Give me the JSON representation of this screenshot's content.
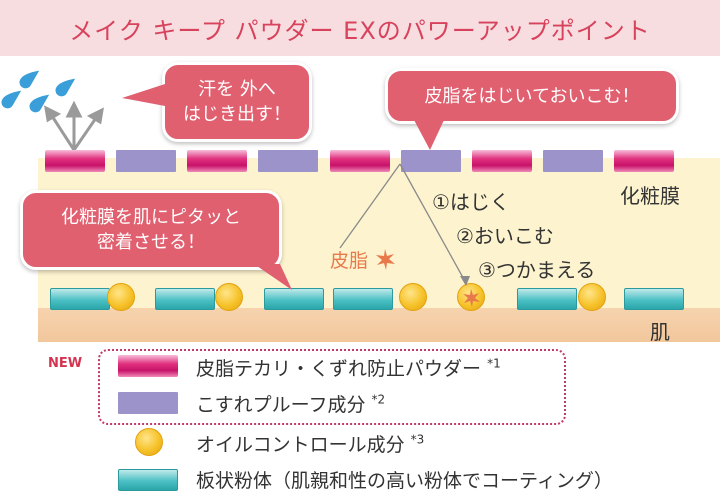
{
  "title": "メイク キープ パウダー EXのパワーアップポイント",
  "bubbles": {
    "sweat_line1": "汗を 外へ",
    "sweat_line2": "はじき出す！",
    "sebum": "皮脂をはじいておいこむ！",
    "adhere_line1": "化粧膜を肌にピタッと",
    "adhere_line2": "密着させる！"
  },
  "labels": {
    "film": "化粧膜",
    "skin": "肌",
    "sebum": "皮脂"
  },
  "steps": [
    "①はじく",
    "②おいこむ",
    "③つかまえる"
  ],
  "legend": {
    "new_tag": "NEW",
    "items": [
      {
        "text": "皮脂テカリ・くずれ防止パウダー",
        "note": "*1"
      },
      {
        "text": "こすれプルーフ成分",
        "note": "*2"
      },
      {
        "text": "オイルコントロール成分",
        "note": "*3"
      },
      {
        "text": "板状粉体（肌親和性の高い粉体でコーティング）",
        "note": ""
      }
    ]
  },
  "colors": {
    "title_bg": "#f7dde0",
    "title_text": "#d8425c",
    "bubble": "#e06070",
    "pink_powder": "#e0317f",
    "purple_powder": "#9b93c9",
    "oil_control": "#f6c229",
    "plate_powder": "#4cc0c4",
    "film": "#fdf4cf",
    "skin": "#f2c79c",
    "sweat_drop": "#3a9fd8"
  },
  "icons": [
    "sweat-drop-icon",
    "sebum-splash-icon",
    "arrow-icon"
  ]
}
